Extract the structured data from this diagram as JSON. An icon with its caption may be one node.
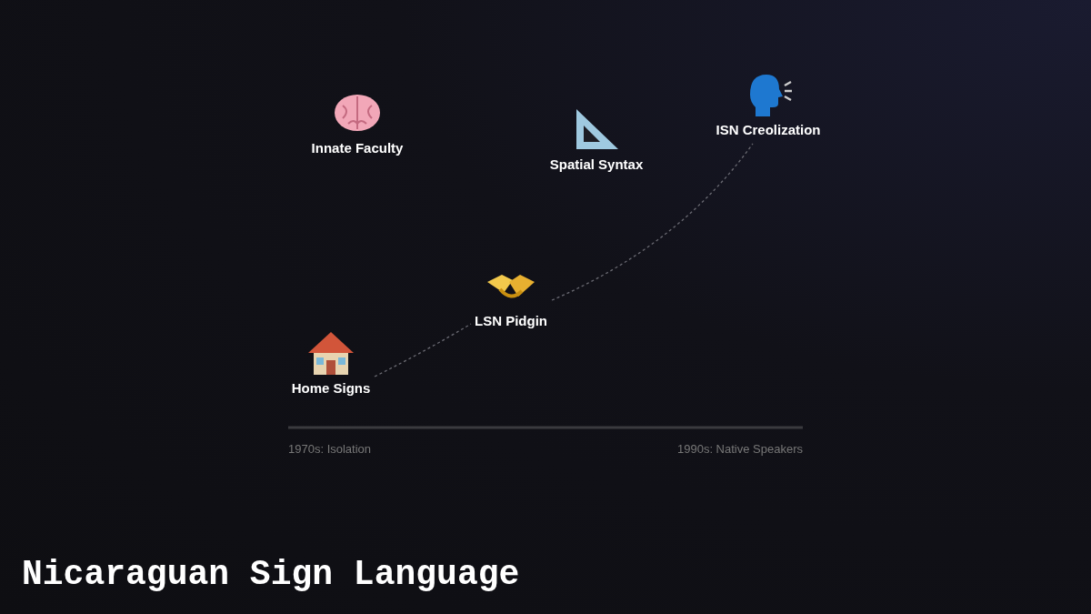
{
  "diagram": {
    "title": "Nicaraguan Sign Language",
    "nodes": [
      {
        "text": [
          "Home Signs"
        ]
      },
      {
        "text": [
          "Innate Faculty"
        ]
      },
      {
        "text": [
          "LSN Pidgin"
        ]
      },
      {
        "text": [
          "Spatial Syntax"
        ]
      },
      {
        "text": [
          "ISN Creolization"
        ]
      }
    ],
    "edges": [
      {
        "from": 0,
        "to": 2,
        "arrow": "none",
        "style": "dashed"
      },
      {
        "from": 2,
        "to": 4,
        "arrow": "none",
        "style": "dashed"
      }
    ],
    "labels": [
      "1970s: Isolation",
      "1990s: Native Speakers"
    ]
  }
}
